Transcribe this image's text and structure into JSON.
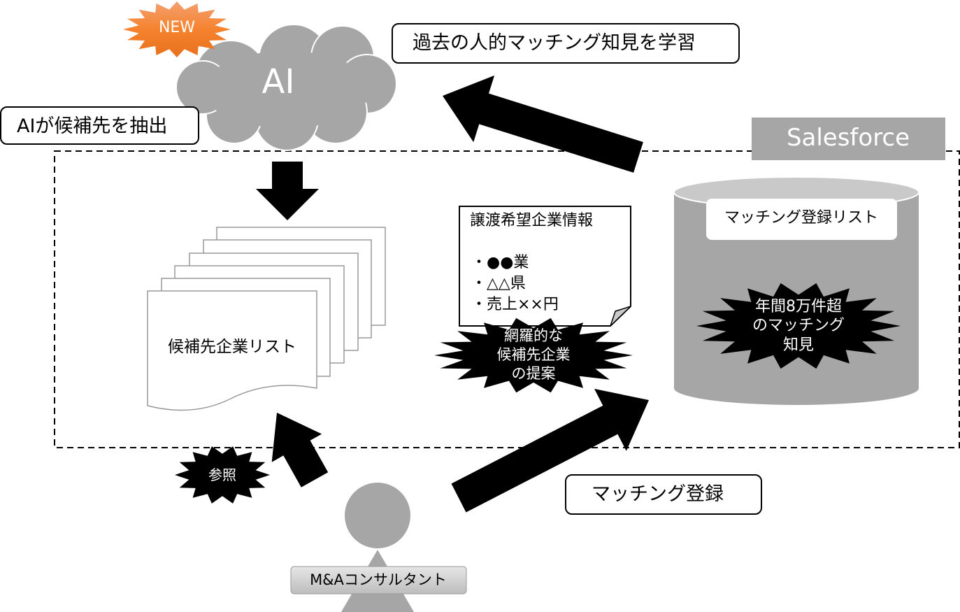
{
  "badges": {
    "new": "NEW"
  },
  "ai": {
    "label": "AI"
  },
  "callouts": {
    "learning": "過去の人的マッチング知見を学習",
    "extract": "AIが候補先を抽出",
    "register": "マッチング登録"
  },
  "salesforce": {
    "label": "Salesforce",
    "db_label": "マッチング登録リスト",
    "knowledge": [
      "年間8万件超",
      "のマッチング",
      "知見"
    ]
  },
  "candidate_list": {
    "label": "候補先企業リスト"
  },
  "transfer_info": {
    "title": "譲渡希望企業情報",
    "items": [
      "・●●業",
      "・△△県",
      "・売上××円"
    ]
  },
  "proposal": {
    "lines": [
      "網羅的な",
      "候補先企業",
      "の提案"
    ]
  },
  "reference": {
    "label": "参照"
  },
  "consultant": {
    "label": "M&Aコンサルタント"
  },
  "colors": {
    "gray": "#a6a6a6",
    "light_gray": "#c9c9c9",
    "orange": "#f07f2a",
    "black": "#000000"
  }
}
